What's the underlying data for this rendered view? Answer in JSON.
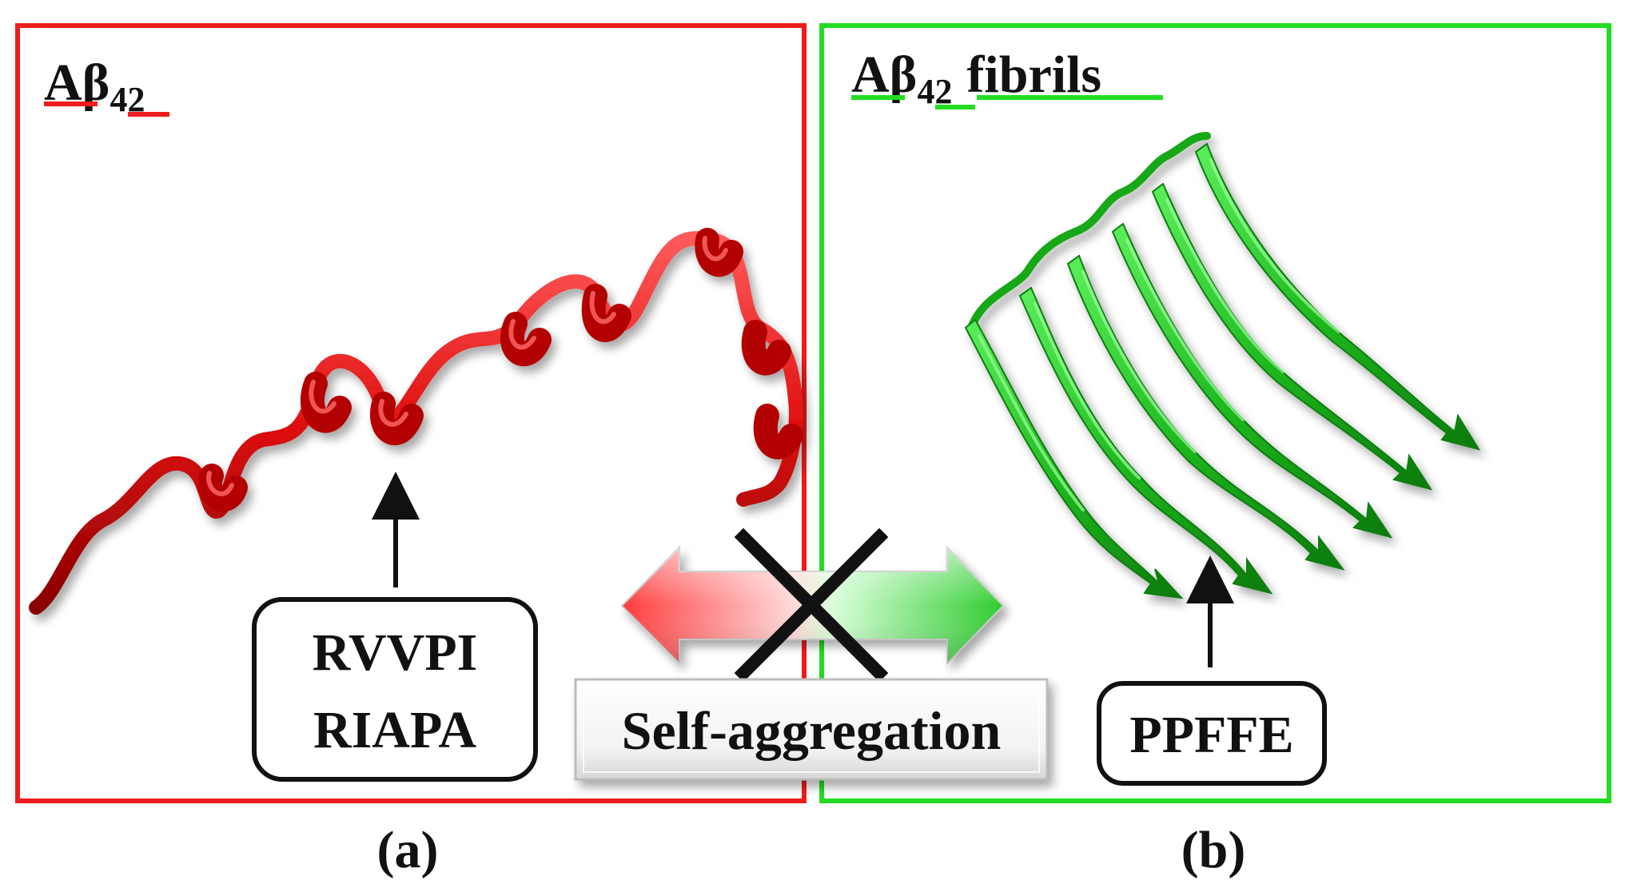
{
  "panel_a": {
    "title_main": "Aβ",
    "title_sub": "42",
    "peptides": [
      "RVVPI",
      "RIAPA"
    ],
    "caption": "(a)",
    "color": "#ee1c1c"
  },
  "panel_b": {
    "title_main": "Aβ",
    "title_sub": "42",
    "title_suffix": "fibrils",
    "peptides": [
      "PPFFE"
    ],
    "caption": "(b)",
    "color": "#22dd22"
  },
  "center": {
    "process_label": "Self-aggregation",
    "arrow_left_color": "#ff3b3b",
    "arrow_right_color": "#2ecc2e",
    "blocked_mark_color": "#111111"
  },
  "icons": {
    "helix": "alpha-helix-ribbon-icon",
    "fibril": "beta-sheet-fibril-icon",
    "arrow": "up-arrow-icon",
    "cross": "cross-mark-icon"
  }
}
